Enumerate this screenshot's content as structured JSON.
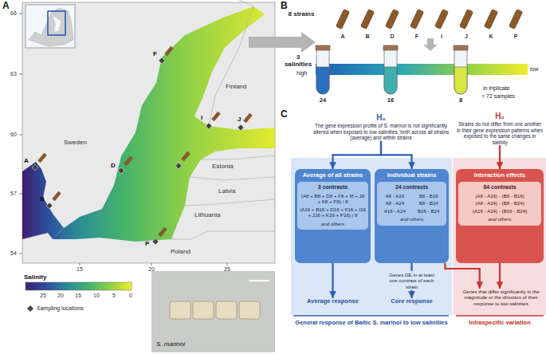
{
  "diagram": {
    "nodes": [
      {
        "text": [
          "H₀",
          "The gene expression profile of S. marinoi is not significantly altered when exposed to low salinities, both across all strains (average) and within strains"
        ]
      },
      {
        "text": [
          "H₀",
          "Strains do not differ from one another in their gene expression patterns when exposed to the same changes in salinity"
        ]
      },
      {
        "text": [
          "Average of all strains",
          "3 contrasts",
          "(A8 + B8 + D8 + F8 + I8 + J8 + K8 + P8) / 8",
          "(A16 + B16 + D16 + F16 + I16 + J16 + K16 + P16) / 8",
          "and others"
        ]
      },
      {
        "text": [
          "Individual strains",
          "24 contrasts",
          "A8 - A16",
          "B8 - B16",
          "A8 - A24",
          "B8 - B24",
          "A16 - A24",
          "B16 - B24",
          "and others"
        ]
      },
      {
        "text": [
          "Interaction effects",
          "84 contrasts",
          "(A8 - A16) - (B8 - B16)",
          "(A8 - A24) - (B8 - B24)",
          "(A16 - A24) - (B16 - B24)",
          "and others"
        ]
      },
      {
        "text": [
          "Average response"
        ]
      },
      {
        "text": [
          "Core response"
        ]
      },
      {
        "text": [
          "Genes that differ significantly in the magnitude or the direction of their response to low salinities"
        ]
      },
      {
        "text": [
          "General response of Baltic S. marinoi to low salinities"
        ]
      },
      {
        "text": [
          "Intraspecific variation"
        ]
      }
    ],
    "edges": [
      {
        "from": 0,
        "to": 2,
        "arrow": "to"
      },
      {
        "from": 0,
        "to": 3,
        "arrow": "to"
      },
      {
        "from": 1,
        "to": 4,
        "arrow": "to"
      },
      {
        "from": 2,
        "to": 5,
        "arrow": "to"
      },
      {
        "from": 3,
        "to": 6,
        "label": "Genes DE in at least one contrast of each strain",
        "arrow": "to"
      },
      {
        "from": 3,
        "to": 7,
        "arrow": "to"
      },
      {
        "from": 4,
        "to": 7,
        "arrow": "to"
      }
    ],
    "labels": [
      "A",
      "B",
      "C",
      "66",
      "63",
      "60",
      "57",
      "54",
      "15",
      "20",
      "25",
      "Sweden",
      "Finland",
      "Estonia",
      "Latvia",
      "Lithuania",
      "Poland",
      "F",
      "I",
      "J",
      "A",
      "D",
      "B",
      "P",
      "Salinity",
      "25",
      "20",
      "15",
      "10",
      "5",
      "0",
      "S. marinoi",
      "8 strains",
      "A",
      "B",
      "D",
      "F",
      "I",
      "J",
      "K",
      "P",
      "3 salinities",
      "high",
      "low",
      "24",
      "16",
      "8",
      "in triplicate",
      "= 72 samples"
    ],
    "legend": [
      {
        "text": "Sampling locations"
      }
    ]
  }
}
